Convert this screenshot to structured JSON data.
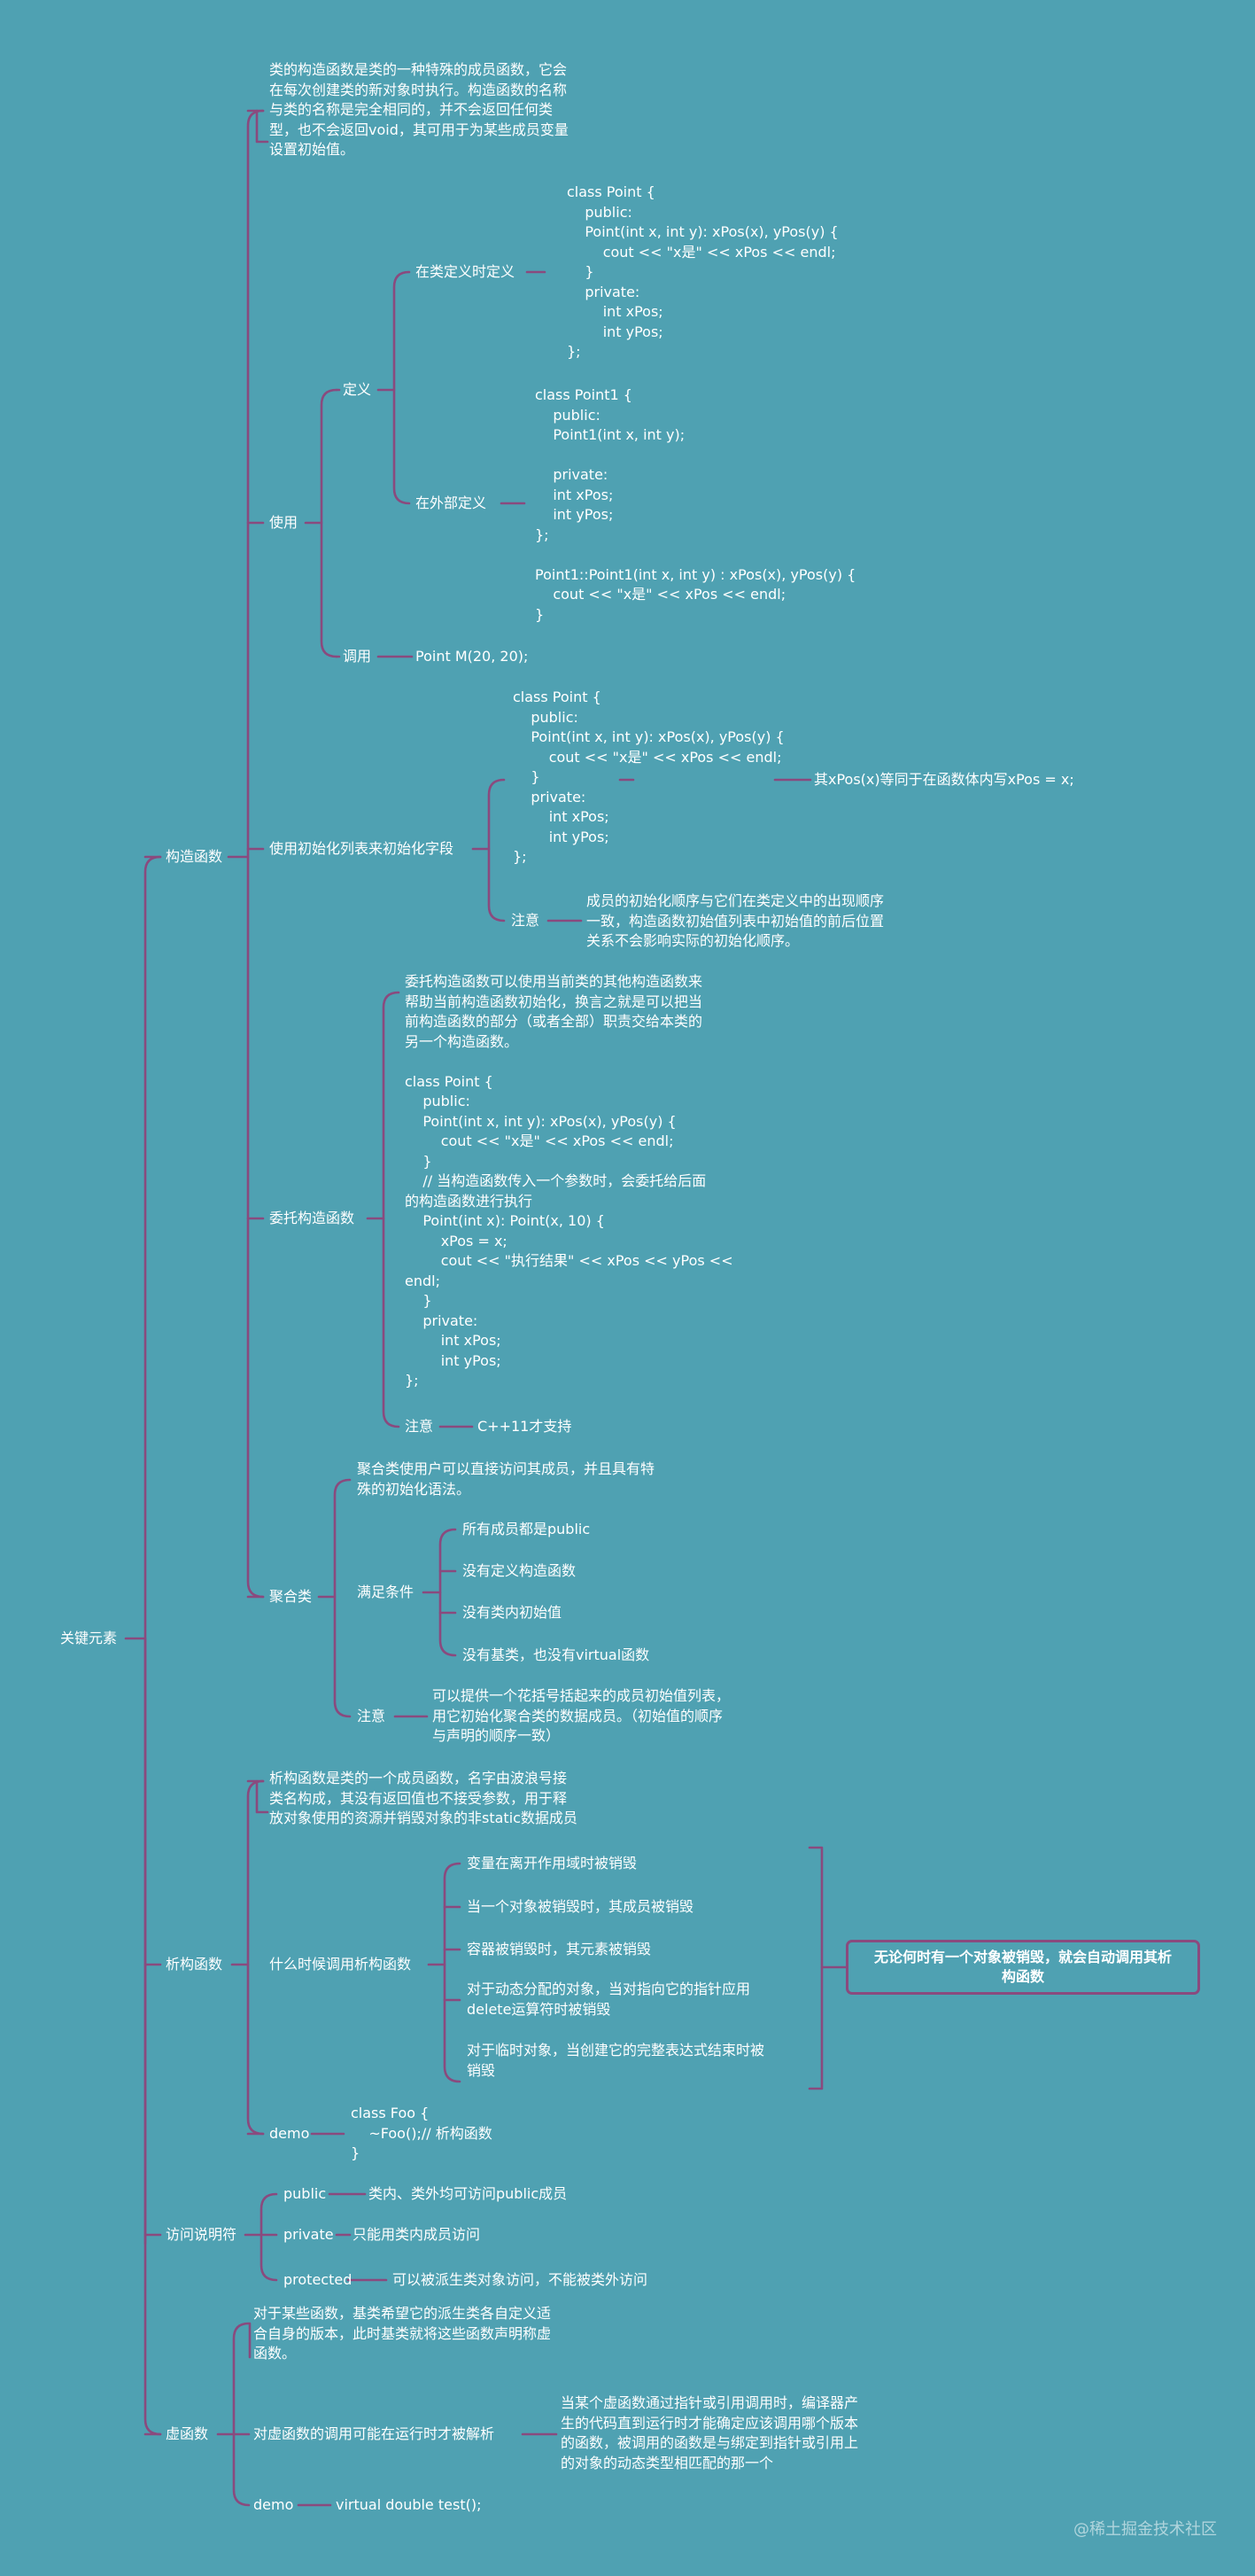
{
  "root": "关键元素",
  "constructor": {
    "title": "构造函数",
    "intro": "类的构造函数是类的一种特殊的成员函数，它会\n在每次创建类的新对象时执行。构造函数的名称\n与类的名称是完全相同的，并不会返回任何类\n型，也不会返回void，其可用于为某些成员变量\n设置初始值。",
    "use": {
      "title": "使用",
      "define": {
        "title": "定义",
        "inclass": {
          "label": "在类定义时定义",
          "code": "class Point {\n    public:\n    Point(int x, int y): xPos(x), yPos(y) {\n        cout << \"x是\" << xPos << endl;\n    }\n    private:\n        int xPos;\n        int yPos;\n};"
        },
        "outside": {
          "label": "在外部定义",
          "code": "class Point1 {\n    public:\n    Point1(int x, int y);\n\n    private:\n    int xPos;\n    int yPos;\n};\n\nPoint1::Point1(int x, int y) : xPos(x), yPos(y) {\n    cout << \"x是\" << xPos << endl;\n}"
        }
      },
      "call": {
        "label": "调用",
        "code": "Point M(20, 20);"
      }
    },
    "initlist": {
      "title": "使用初始化列表来初始化字段",
      "code": "class Point {\n    public:\n    Point(int x, int y): xPos(x), yPos(y) {\n        cout << \"x是\" << xPos << endl;\n    }\n    private:\n        int xPos;\n        int yPos;\n};",
      "code_note": "其xPos(x)等同于在函数体内写xPos = x;",
      "note_label": "注意",
      "note": "成员的初始化顺序与它们在类定义中的出现顺序\n一致，构造函数初始值列表中初始值的前后位置\n关系不会影响实际的初始化顺序。"
    },
    "delegate": {
      "title": "委托构造函数",
      "text": "委托构造函数可以使用当前类的其他构造函数来\n帮助当前构造函数初始化，换言之就是可以把当\n前构造函数的部分（或者全部）职责交给本类的\n另一个构造函数。\n\nclass Point {\n    public:\n    Point(int x, int y): xPos(x), yPos(y) {\n        cout << \"x是\" << xPos << endl;\n    }\n    // 当构造函数传入一个参数时，会委托给后面\n的构造函数进行执行\n    Point(int x): Point(x, 10) {\n        xPos = x;\n        cout << \"执行结果\" << xPos << yPos <<\nendl;\n    }\n    private:\n        int xPos;\n        int yPos;\n};",
      "note_label": "注意",
      "note": "C++11才支持"
    },
    "aggregate": {
      "title": "聚合类",
      "desc": "聚合类使用户可以直接访问其成员，并且具有特\n殊的初始化语法。",
      "cond_label": "满足条件",
      "conditions": [
        "所有成员都是public",
        "没有定义构造函数",
        "没有类内初始值",
        "没有基类，也没有virtual函数"
      ],
      "note_label": "注意",
      "note": "可以提供一个花括号括起来的成员初始值列表，\n用它初始化聚合类的数据成员。（初始值的顺序\n与声明的顺序一致）"
    }
  },
  "destructor": {
    "title": "析构函数",
    "desc": "析构函数是类的一个成员函数，名字由波浪号接\n类名构成，其没有返回值也不接受参数，用于释\n放对象使用的资源并销毁对象的非static数据成员",
    "when_label": "什么时候调用析构函数",
    "when": [
      "变量在离开作用域时被销毁",
      "当一个对象被销毁时，其成员被销毁",
      "容器被销毁时，其元素被销毁",
      "对于动态分配的对象，当对指向它的指针应用\ndelete运算符时被销毁",
      "对于临时对象，当创建它的完整表达式结束时被\n销毁"
    ],
    "summary": "无论何时有一个对象被销毁，就会自动调用其析\n构函数",
    "demo_label": "demo",
    "demo_code": "class Foo {\n    ~Foo();// 析构函数\n}"
  },
  "access": {
    "title": "访问说明符",
    "items": [
      {
        "label": "public",
        "desc": "类内、类外均可访问public成员"
      },
      {
        "label": "private",
        "desc": "只能用类内成员访问"
      },
      {
        "label": "protected",
        "desc": "可以被派生类对象访问，不能被类外访问"
      }
    ]
  },
  "virtual": {
    "title": "虚函数",
    "desc": "对于某些函数，基类希望它的派生类各自定义适\n合自身的版本，此时基类就将这些函数声明称虚\n函数。",
    "resolve_label": "对虚函数的调用可能在运行时才被解析",
    "resolve_desc": "当某个虚函数通过指针或引用调用时，编译器产\n生的代码直到运行时才能确定应该调用哪个版本\n的函数，被调用的函数是与绑定到指针或引用上\n的对象的动态类型相匹配的那一个",
    "demo_label": "demo",
    "demo_code": "virtual double test();"
  },
  "watermark": "@稀土掘金技术社区",
  "colors": {
    "background": "#4fa1b2",
    "connector": "#8a4a7e",
    "text": "#ffffff"
  }
}
